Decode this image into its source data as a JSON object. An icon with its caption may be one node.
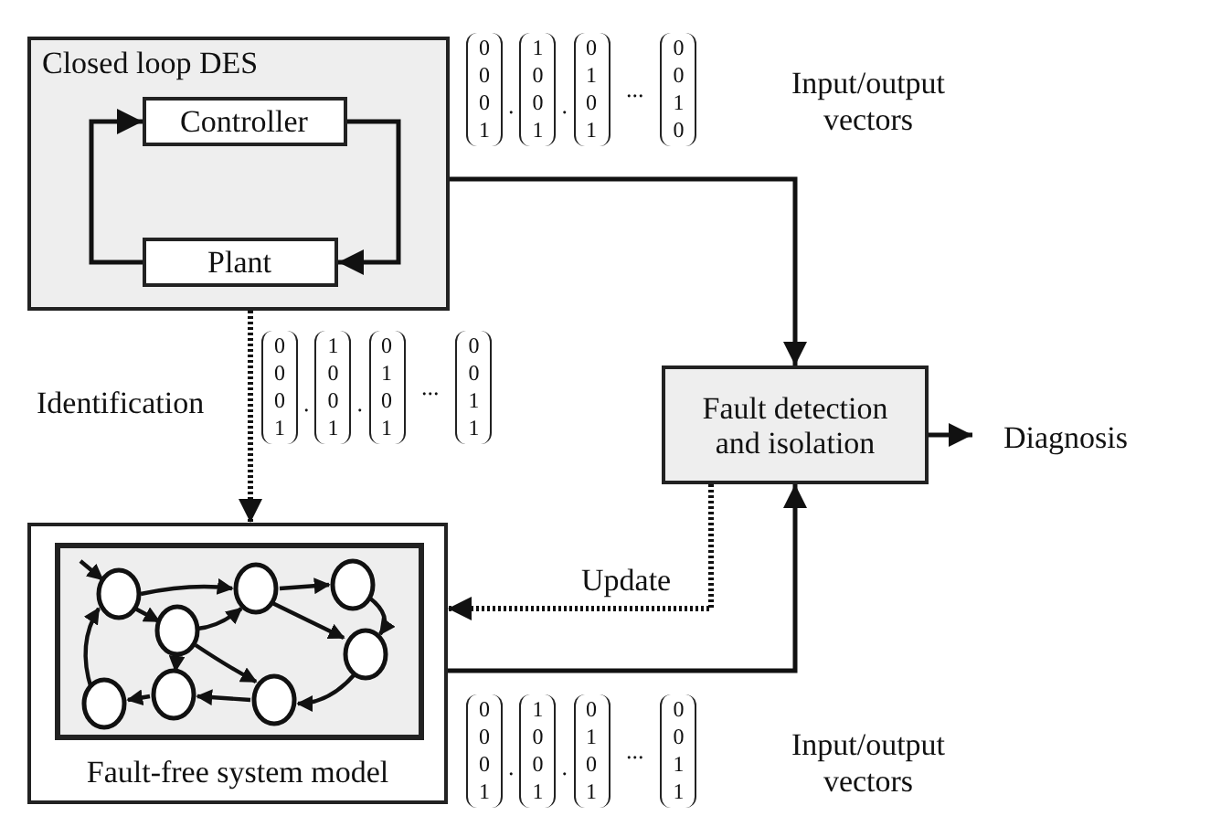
{
  "diagram": {
    "nodes": [
      {
        "text": [
          "Closed loop DES"
        ]
      },
      {
        "text": [
          "Controller"
        ],
        "in": 0
      },
      {
        "text": [
          "Plant"
        ],
        "in": 0
      },
      {
        "text": [
          "Fault detection and isolation"
        ]
      },
      {
        "text": [
          "Diagnosis"
        ]
      },
      {
        "text": [
          "Fault-free system model"
        ]
      }
    ],
    "edges": [
      {
        "from": 1,
        "to": 2,
        "arrow": "to"
      },
      {
        "from": 2,
        "to": 1,
        "arrow": "to"
      },
      {
        "from": 0,
        "to": 3,
        "arrow": "to"
      },
      {
        "from": 0,
        "to": 5,
        "arrow": "to",
        "label": "Identification",
        "style": "dashed"
      },
      {
        "from": 3,
        "to": 4,
        "arrow": "to"
      },
      {
        "from": 3,
        "to": 5,
        "arrow": "to",
        "label": "Update",
        "style": "dashed"
      },
      {
        "from": 5,
        "to": 3,
        "arrow": "to"
      }
    ],
    "labels": [
      "0 0 0 1",
      ".",
      "1 0 0 1",
      ".",
      "0 1 0 1",
      "...",
      "0 0 1 0",
      "Input/output vectors",
      "0 0 0 1",
      ".",
      "1 0 0 1",
      ".",
      "0 1 0 1",
      "...",
      "0 0 1 1",
      "0 0 0 1",
      ".",
      "1 0 0 1",
      ".",
      "0 1 0 1",
      "...",
      "0 0 1 1",
      "Input/output vectors"
    ]
  }
}
